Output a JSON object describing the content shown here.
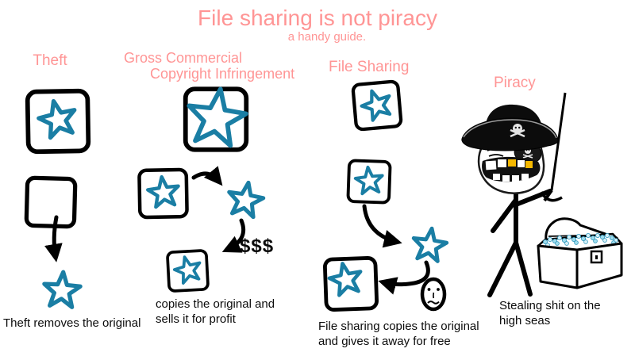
{
  "title": {
    "text": "File sharing is not piracy",
    "subtitle": "a handy guide."
  },
  "colors": {
    "accent_pink": "#ff9595",
    "star_teal": "#1a7ea4",
    "ink": "#000000",
    "gold_tooth": "#f5b800",
    "treasure_blue": "#9edced"
  },
  "panels": {
    "theft": {
      "label": "Theft",
      "caption": "Theft removes the original"
    },
    "gcci": {
      "label_line1": "Gross Commercial",
      "label_line2": "Copyright Infringement",
      "money": "$$$",
      "caption_line1": "copies the original and",
      "caption_line2": "sells it for profit"
    },
    "file_sharing": {
      "label": "File Sharing",
      "caption_line1": "File sharing copies the original",
      "caption_line2": "and gives it away for free"
    },
    "piracy": {
      "label": "Piracy",
      "caption_line1": "Stealing shit on the",
      "caption_line2": "high seas"
    }
  }
}
